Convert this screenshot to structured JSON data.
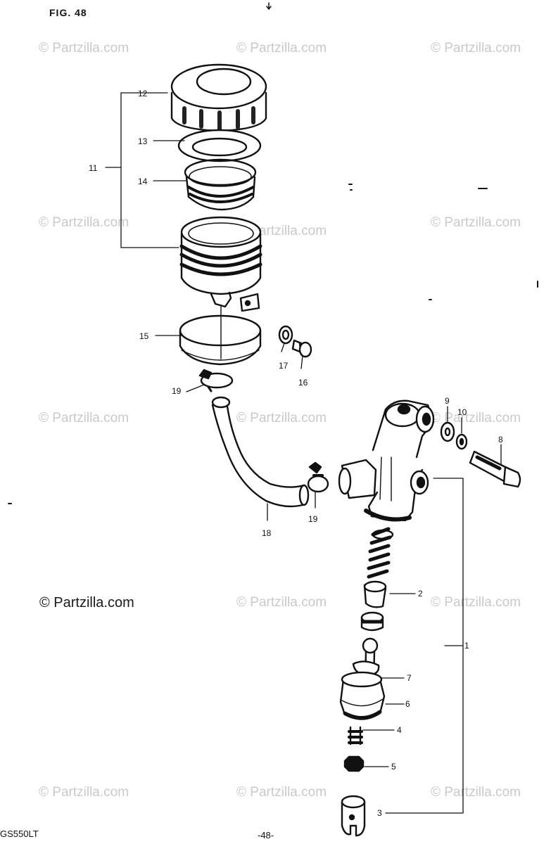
{
  "figure_label": "FIG. 48",
  "model_code": "GS550LT",
  "page_number": "-48-",
  "copyright_notice": "© Partzilla.com",
  "watermark_text": "© Partzilla.com",
  "callouts": {
    "c1": "1",
    "c2": "2",
    "c3": "3",
    "c4": "4",
    "c5": "5",
    "c6": "6",
    "c7": "7",
    "c8": "8",
    "c9": "9",
    "c10": "10",
    "c11": "11",
    "c12": "12",
    "c13": "13",
    "c14": "14",
    "c15": "15",
    "c16": "16",
    "c17": "17",
    "c18": "18",
    "c19a": "19",
    "c19b": "19"
  },
  "colors": {
    "line": "#111111",
    "watermark": "#c9c9c9",
    "background": "#ffffff"
  }
}
